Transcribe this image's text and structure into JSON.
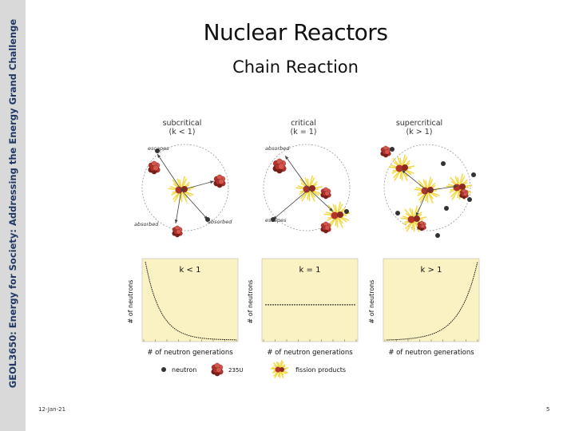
{
  "sidebar": {
    "course": "GEOL3650: Energy for Society: Addressing the Energy Grand Challenge"
  },
  "slide": {
    "title": "Nuclear Reactors",
    "subtitle": "Chain Reaction"
  },
  "figure": {
    "diagrams": [
      {
        "title": "subcritical",
        "condition": "(k < 1)",
        "labels": [
          "escapes",
          "absorbed",
          "absorbed"
        ]
      },
      {
        "title": "critical",
        "condition": "(k = 1)",
        "labels": [
          "absorbed",
          "escapes"
        ]
      },
      {
        "title": "supercritical",
        "condition": "(k > 1)",
        "labels": []
      }
    ],
    "graphs": [
      {
        "k_label": "k < 1",
        "ylabel": "# of neutrons",
        "xlabel": "# of neutron generations"
      },
      {
        "k_label": "k = 1",
        "ylabel": "# of neutrons",
        "xlabel": "# of neutron generations"
      },
      {
        "k_label": "k > 1",
        "ylabel": "# of neutrons",
        "xlabel": "# of neutron generations"
      }
    ],
    "legend": {
      "neutron": "neutron",
      "uranium": "235U",
      "fission": "fission products"
    },
    "colors": {
      "panel_bg": "#fbf2c4",
      "curve": "#111111",
      "nucleus": "#b3322a",
      "burst": "#f2d73a",
      "neutron": "#333333"
    }
  },
  "footer": {
    "date": "12-Jan-21",
    "page": "5"
  }
}
